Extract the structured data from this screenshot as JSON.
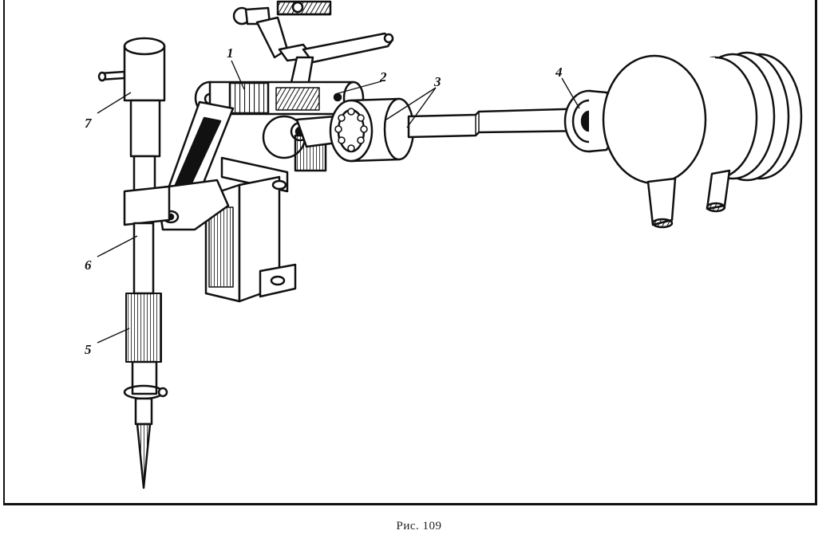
{
  "figure": {
    "caption": "Рис. 109",
    "labels": {
      "l1": "1",
      "l2": "2",
      "l3": "3",
      "l4": "4",
      "l5": "5",
      "l6": "6",
      "l7": "7"
    }
  },
  "colors": {
    "ink": "#111111",
    "paper": "#ffffff"
  }
}
